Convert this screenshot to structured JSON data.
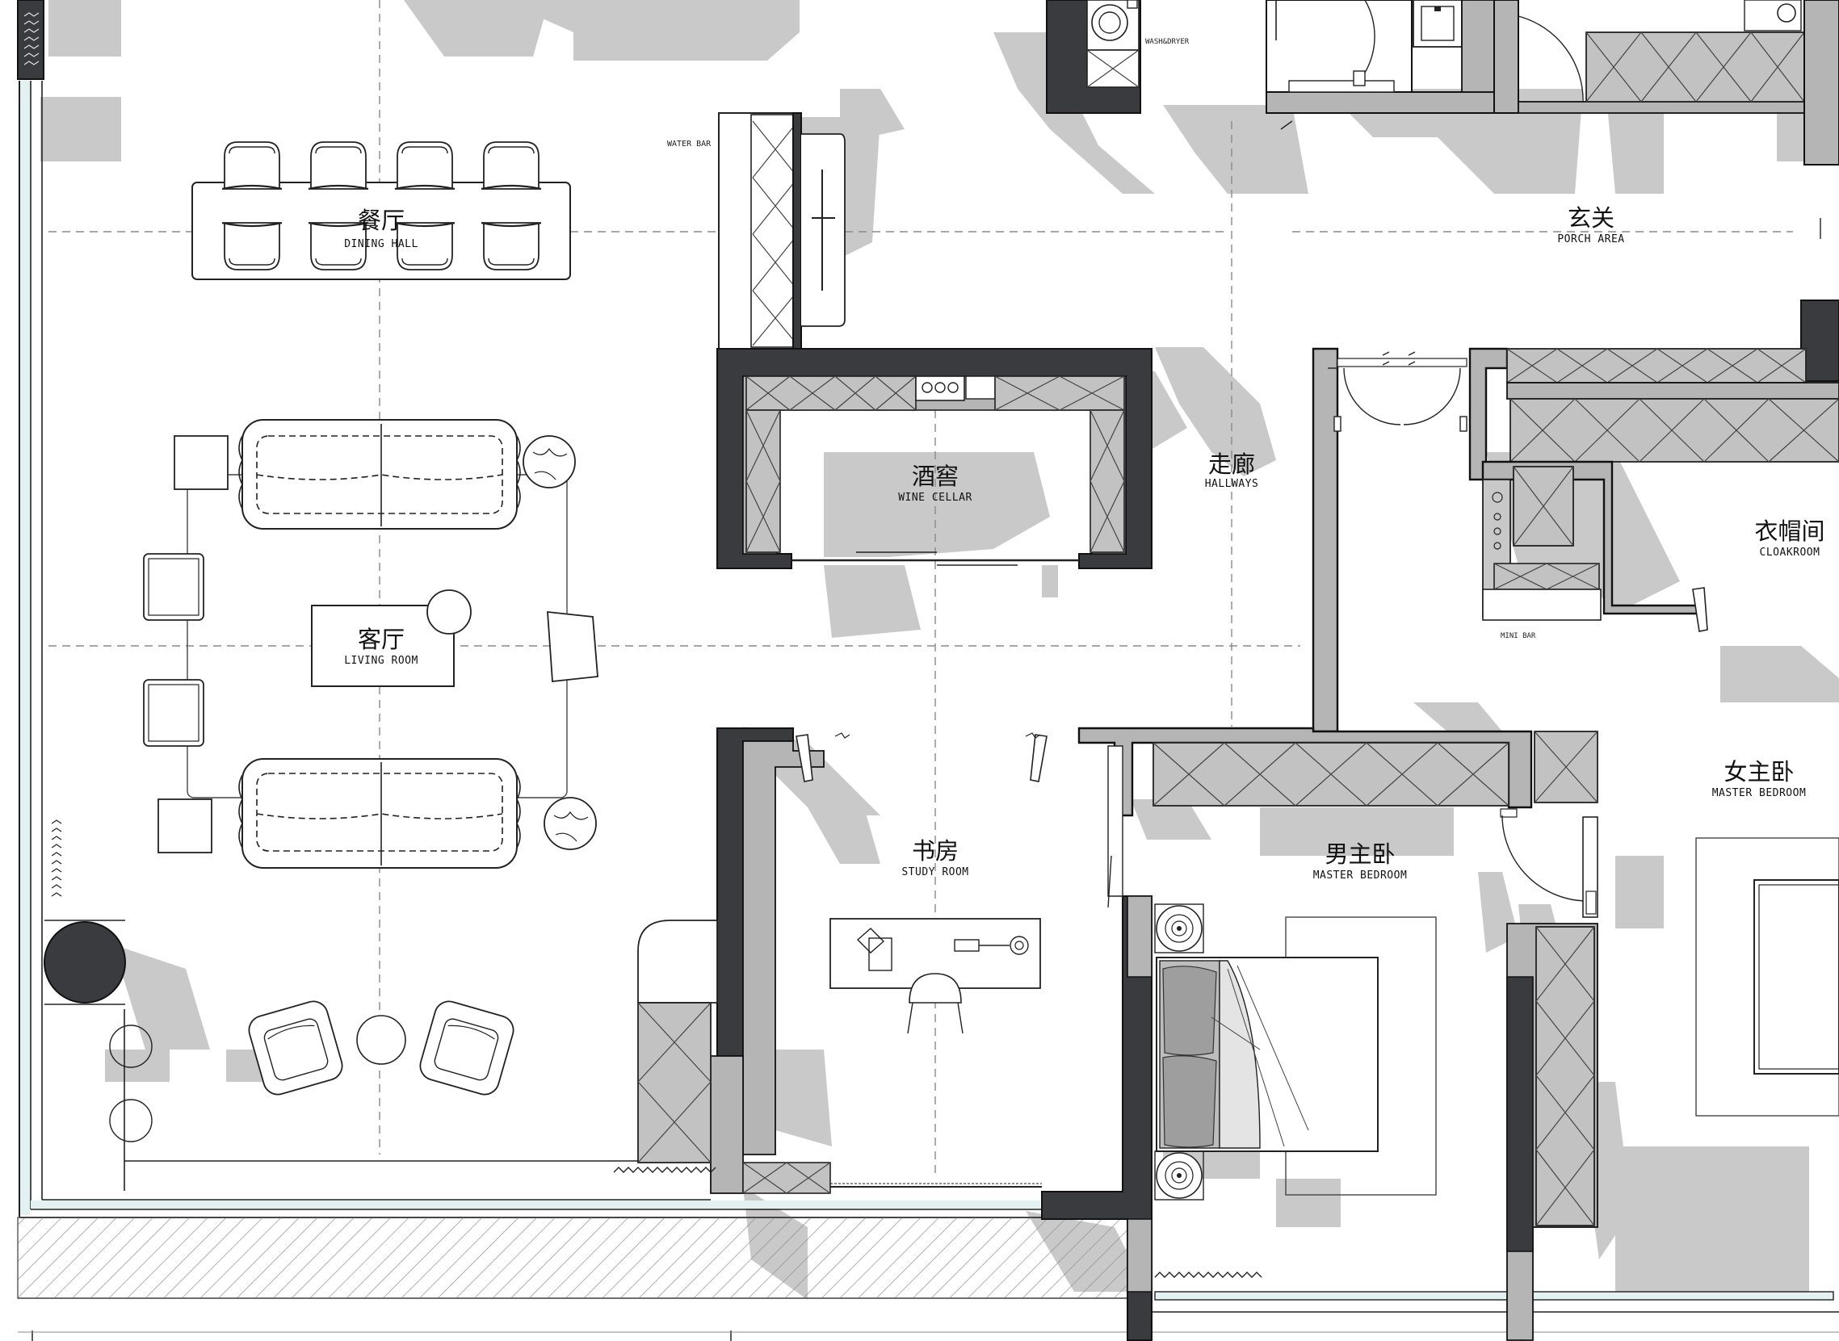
{
  "rooms": {
    "dining": {
      "cn": "餐厅",
      "en": "DINING HALL"
    },
    "living": {
      "cn": "客厅",
      "en": "LIVING ROOM"
    },
    "wine": {
      "cn": "酒窖",
      "en": "WINE CELLAR"
    },
    "hallway": {
      "cn": "走廊",
      "en": "HALLWAYS"
    },
    "porch": {
      "cn": "玄关",
      "en": "PORCH AREA"
    },
    "cloak": {
      "cn": "衣帽间",
      "en": "CLOAKROOM"
    },
    "study": {
      "cn": "书房",
      "en": "STUDY ROOM"
    },
    "master_m": {
      "cn": "男主卧",
      "en": "MASTER BEDROOM"
    },
    "master_f": {
      "cn": "女主卧",
      "en": "MASTER BEDROOM"
    }
  },
  "small_labels": {
    "water_bar": "WATER BAR",
    "wash_dryer": "WASH&DRYER",
    "mini_bar": "MINI BAR"
  },
  "colors": {
    "wall_fill": "#b5b5b5",
    "dark_wall": "#3a3b3f",
    "shadow": "#c9c9c9",
    "line": "#111111"
  }
}
